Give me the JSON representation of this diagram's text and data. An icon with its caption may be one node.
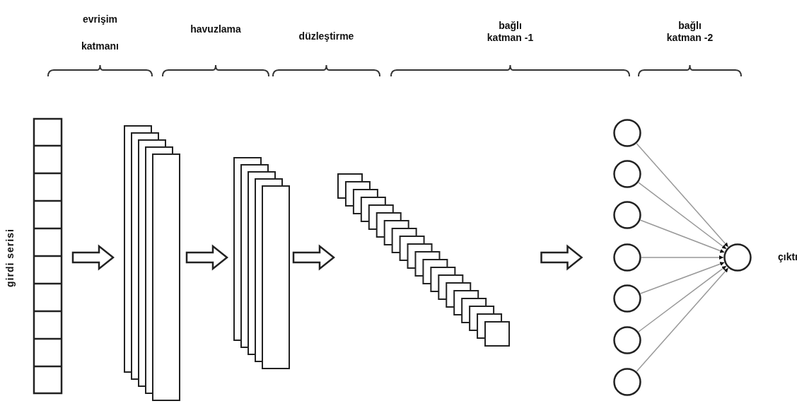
{
  "diagram": {
    "nodes": [
      {
        "text": [],
        "shape": "bar",
        "beside": [
          "girdi serisi"
        ]
      },
      {
        "text": [],
        "shape": "box"
      },
      {
        "text": [],
        "shape": "box"
      },
      {
        "text": [],
        "shape": "box"
      },
      {
        "text": [],
        "shape": "circle"
      },
      {
        "text": [],
        "shape": "circle"
      },
      {
        "text": [],
        "shape": "circle"
      },
      {
        "text": [],
        "shape": "circle"
      },
      {
        "text": [],
        "shape": "circle"
      },
      {
        "text": [],
        "shape": "circle"
      },
      {
        "text": [],
        "shape": "circle"
      },
      {
        "text": [],
        "shape": "circle",
        "beside": [
          "çıktı"
        ]
      }
    ],
    "edges": [
      {
        "from": 0,
        "to": 1,
        "arrow": "to"
      },
      {
        "from": 1,
        "to": 2,
        "arrow": "to"
      },
      {
        "from": 2,
        "to": 3,
        "arrow": "to"
      },
      {
        "from": 3,
        "to": 7,
        "arrow": "to"
      },
      {
        "from": 4,
        "to": 11,
        "arrow": "to"
      },
      {
        "from": 5,
        "to": 11,
        "arrow": "to"
      },
      {
        "from": 6,
        "to": 11,
        "arrow": "to"
      },
      {
        "from": 7,
        "to": 11,
        "arrow": "to"
      },
      {
        "from": 8,
        "to": 11,
        "arrow": "to"
      },
      {
        "from": 9,
        "to": 11,
        "arrow": "to"
      },
      {
        "from": 10,
        "to": 11,
        "arrow": "to"
      }
    ],
    "labels": [
      "evrişim katmanı",
      "havuzlama",
      "düzleştirme",
      "bağlı katman -1",
      "bağlı katman -2"
    ]
  }
}
